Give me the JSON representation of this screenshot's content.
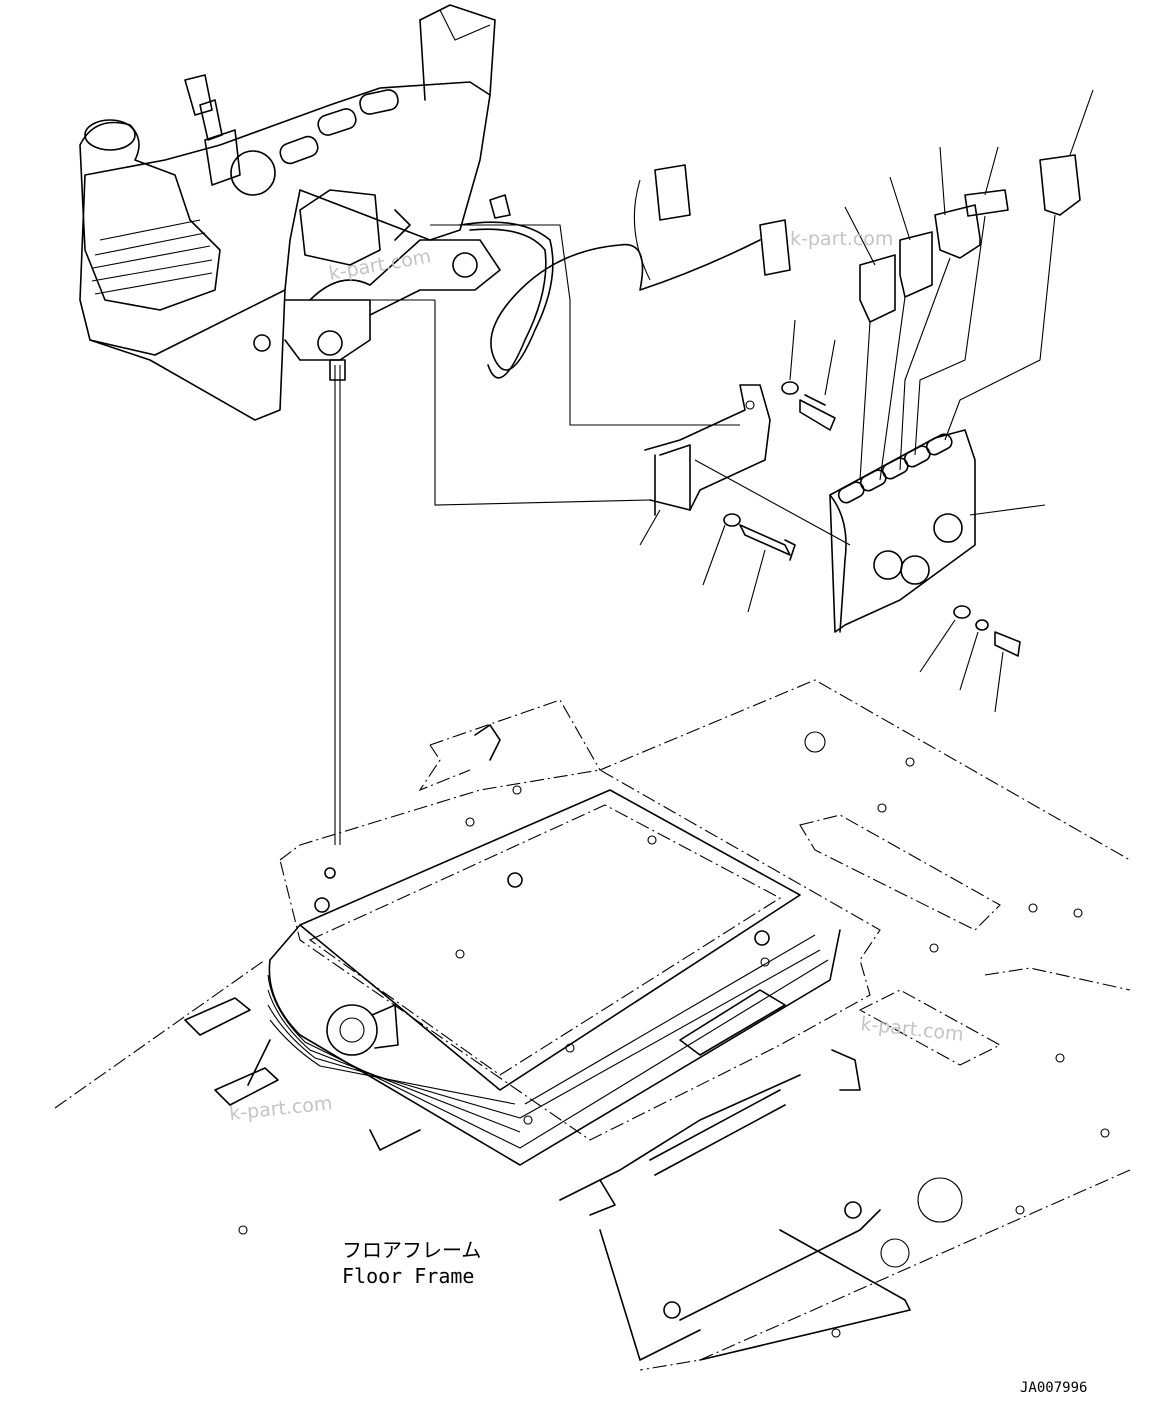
{
  "labels": {
    "floor_frame_jp": "フロアフレーム",
    "floor_frame_en": "Floor Frame"
  },
  "drawing_code": "JA007996",
  "watermarks": [
    "k-part.com",
    "k-part.com",
    "k-part.com",
    "k-part.com"
  ]
}
